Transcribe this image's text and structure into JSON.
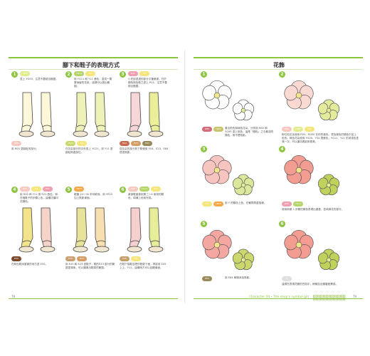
{
  "left_page": {
    "title": "腳下和鞋子的表現方式",
    "page_number": "78",
    "steps": [
      {
        "num": "1",
        "caption": "塗上 YG00，注意不要超出範圍。",
        "swatches": [
          {
            "code": "YG00",
            "color": "#e3ec8a"
          }
        ],
        "bottom_caption": "用 R00 塗腳趾的部分。",
        "bottom_swatches": [
          {
            "code": "R00",
            "color": "#f6c8c0"
          }
        ]
      },
      {
        "num": "2",
        "caption": "用 YG11 和 Y11 疊色，塗成一層層漸變的花紋，這裡可以超出範圍。",
        "swatches": [
          {
            "code": "YG11",
            "color": "#b5d56a"
          },
          {
            "code": "Y11",
            "color": "#f4e67c"
          }
        ],
        "bottom_caption": "在花朵部分的中央塗上 YG21，用 Y11 塗腳趾周邊部位。",
        "bottom_swatches": [
          {
            "code": "YG21",
            "color": "#c9d96b"
          },
          {
            "code": "Y11",
            "color": "#f4e67c"
          }
        ]
      },
      {
        "num": "3",
        "caption": "小史部塗過的部分平筆畫畫，在於顏色與色鞋之塗上 R21，注意不要超出範圍。",
        "swatches": [
          {
            "code": "R21",
            "color": "#ef9fb0"
          },
          {
            "code": "Y11",
            "color": "#f4e67c"
          }
        ],
        "bottom_caption": "從花朵的部分到下鞋使用 E04、E23、E84 搭塗陰影。",
        "bottom_swatches": [
          {
            "code": "E04",
            "color": "#c96a52"
          },
          {
            "code": "E23",
            "color": "#d59c64"
          },
          {
            "code": "E84",
            "color": "#9a8a5a"
          }
        ]
      },
      {
        "num": "4",
        "caption": "用 R00 和 Y11 按 R21 疊色，和在個鞋子的步驟上色，這種法讓印花顏色。",
        "swatches": [
          {
            "code": "R00",
            "color": "#f6c8c0"
          },
          {
            "code": "Y11",
            "color": "#f4e67c"
          },
          {
            "code": "R21",
            "color": "#ef9fb0"
          }
        ],
        "bottom_caption": "在和色鞋深度畫的地方塗 E55。",
        "bottom_swatches": [
          {
            "code": "E55",
            "color": "#7b4a2e"
          }
        ]
      },
      {
        "num": "5",
        "caption": "輕筆 20～30 秒待乾後，用 YR15 加上陰影畫面。",
        "swatches": [
          {
            "code": "YR15",
            "color": "#f3a94a"
          }
        ],
        "bottom_caption": "用 E43 和 E23 塗鞋子，鞋的E23 部分的範圍塗滿後，可以讓畫出鞋架的範圍。",
        "bottom_swatches": [
          {
            "code": "E43",
            "color": "#c9a070"
          },
          {
            "code": "E23",
            "color": "#d59c64"
          }
        ]
      },
      {
        "num": "6",
        "caption": "畫部鞋面使用第三～4 使用的顏色，填補上色後完成。",
        "swatches": [
          {
            "code": "R00",
            "color": "#f6c8c0"
          },
          {
            "code": "YG11",
            "color": "#b5d56a"
          },
          {
            "code": "Y11",
            "color": "#f4e67c"
          }
        ],
        "bottom_caption": "在鞋下描鞋並把的陰影下面，再從用 E45 上上，Y11，這種地方可以延續畫面。",
        "bottom_swatches": [
          {
            "code": "E45",
            "color": "#c4a06a"
          },
          {
            "code": "Y11",
            "color": "#f4e67c"
          }
        ]
      }
    ]
  },
  "right_page": {
    "title": "花飾",
    "page_number": "79",
    "footer_text": "Character 04・The shop's symbol girl",
    "steps": [
      {
        "num": "1",
        "caption": "畫出粉色與綠色花朵，分別用 R85 和 YG95 塗上底色，這是「顏色」之中最淺的顏色，而不是陰影。",
        "swatches": [
          {
            "code": "R85",
            "color": "#d46a7a"
          },
          {
            "code": "YG95",
            "color": "#c7c46a"
          }
        ],
        "caption2": "粉紅色花朵使用 R00、R000 在你的畫色，混為畫色的顏色中加上色系。綠色花朵使用 YG00、Y04 搭畫色，YG11、Y11 的深淺色塗滿一次，可以讓花看起來更美。",
        "swatches2": [
          {
            "code": "R00",
            "color": "#f6c8c0"
          },
          {
            "code": "YG00",
            "color": "#e3ec8a"
          },
          {
            "code": "Y11",
            "color": "#f4e67c"
          }
        ]
      },
      {
        "num": "3",
        "caption": "用 Y 的顏色上色，在輪廓周邊描畫。",
        "swatches": [
          {
            "code": "Y11",
            "color": "#f4e67c"
          },
          {
            "code": "YR15",
            "color": "#f3a94a"
          }
        ],
        "caption2": "使用和畫 1 步驟的顏色表現出重疊，並填滿花的部分。",
        "swatches2": [
          {
            "code": "R21",
            "color": "#ef9fb0"
          },
          {
            "code": "YG11",
            "color": "#b5d56a"
          }
        ]
      },
      {
        "num": "5",
        "caption": "用 E84 稍微添加陰影。",
        "swatches": [
          {
            "code": "E84",
            "color": "#9a8a5a"
          }
        ],
        "caption2": "這樣在表現花瓣的凹陷中，稍微加出顯著差異感。",
        "swatches2": [
          {
            "code": "0",
            "color": "#e0e0e0"
          }
        ]
      }
    ]
  },
  "colors": {
    "accent": "#8cc63e",
    "pink": "#ef9fb0",
    "green": "#b5d56a"
  }
}
